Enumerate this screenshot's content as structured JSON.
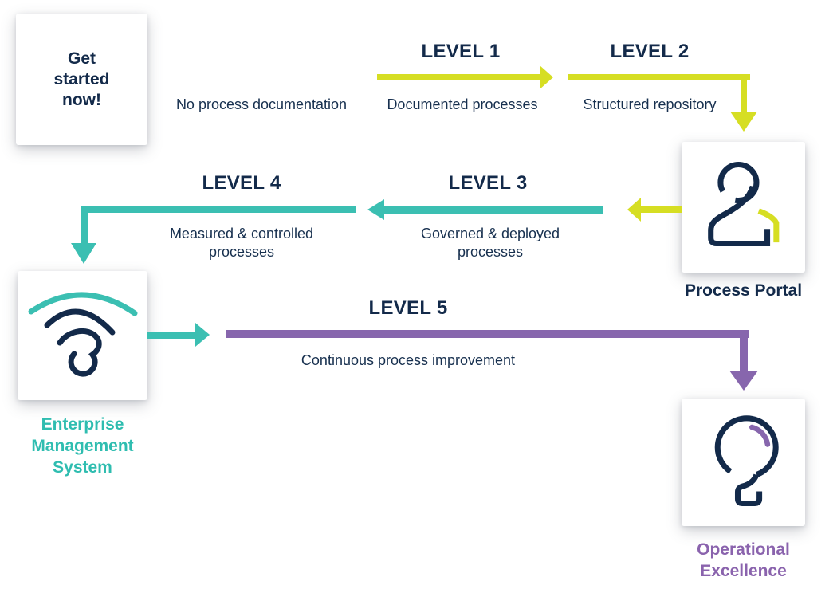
{
  "palette": {
    "navy": "#132a4a",
    "yellow_green": "#d6de23",
    "teal": "#3bbfb2",
    "purple": "#8766ad",
    "teal_label": "#2fbdb0",
    "purple_label": "#8a63ad",
    "background": "#ffffff"
  },
  "start_card": {
    "text": "Get\nstarted\nnow!"
  },
  "stage0": {
    "caption": "No process documentation"
  },
  "levels": [
    {
      "title": "LEVEL 1",
      "caption": "Documented processes",
      "arrow_color": "#d6de23"
    },
    {
      "title": "LEVEL 2",
      "caption": "Structured repository",
      "arrow_color": "#d6de23"
    },
    {
      "title": "LEVEL 3",
      "caption": "Governed & deployed\nprocesses",
      "arrow_color": "#3bbfb2"
    },
    {
      "title": "LEVEL 4",
      "caption": "Measured & controlled\nprocesses",
      "arrow_color": "#3bbfb2"
    },
    {
      "title": "LEVEL 5",
      "caption": "Continuous process improvement",
      "arrow_color": "#8766ad"
    }
  ],
  "nodes": {
    "process_portal": {
      "label": "Process Portal",
      "icon": "person-icon"
    },
    "enterprise_management_system": {
      "label": "Enterprise\nManagement\nSystem",
      "icon": "wifi-signal-icon"
    },
    "operational_excellence": {
      "label": "Operational\nExcellence",
      "icon": "lightbulb-icon"
    }
  }
}
